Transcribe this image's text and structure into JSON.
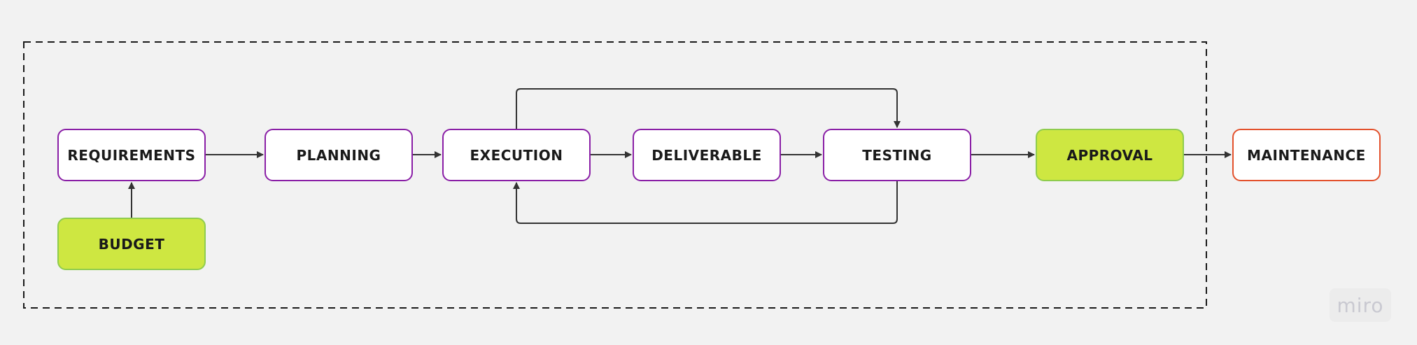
{
  "diagram": {
    "nodes": {
      "requirements": "REQUIREMENTS",
      "planning": "PLANNING",
      "execution": "EXECUTION",
      "deliverable": "DELIVERABLE",
      "testing": "TESTING",
      "approval": "APPROVAL",
      "maintenance": "MAINTENANCE",
      "budget": "BUDGET"
    },
    "edges": [
      {
        "from": "REQUIREMENTS",
        "to": "PLANNING"
      },
      {
        "from": "PLANNING",
        "to": "EXECUTION"
      },
      {
        "from": "EXECUTION",
        "to": "DELIVERABLE"
      },
      {
        "from": "DELIVERABLE",
        "to": "TESTING"
      },
      {
        "from": "TESTING",
        "to": "APPROVAL"
      },
      {
        "from": "APPROVAL",
        "to": "MAINTENANCE"
      },
      {
        "from": "BUDGET",
        "to": "REQUIREMENTS"
      },
      {
        "from": "EXECUTION",
        "to": "TESTING"
      },
      {
        "from": "TESTING",
        "to": "EXECUTION"
      }
    ],
    "colors": {
      "node_border": "#8a1fa6",
      "highlight_fill": "#cee741",
      "highlight_border": "#8fcc4e",
      "maintenance_border": "#e3512c",
      "connector": "#333333",
      "background": "#f2f2f2"
    }
  },
  "watermark": {
    "text": "miro"
  }
}
